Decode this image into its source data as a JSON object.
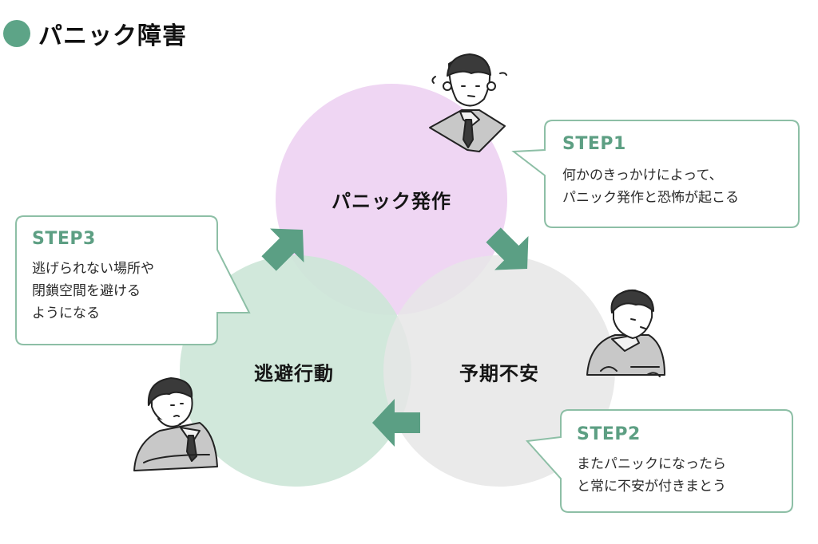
{
  "header": {
    "title": "パニック障害"
  },
  "colors": {
    "accent": "#5da487",
    "arrow": "#5b9f84",
    "box_border": "#8dbfa6",
    "step_title": "#5d9f83",
    "circle_panic": "#efd6f3",
    "circle_avoid": "#cde6d8",
    "circle_anxiety": "#e6e6e6"
  },
  "cycle": {
    "nodes": [
      {
        "id": "panic",
        "label": "パニック発作"
      },
      {
        "id": "anxiety",
        "label": "予期不安"
      },
      {
        "id": "avoid",
        "label": "逃避行動"
      }
    ],
    "arrows": [
      {
        "from": "panic",
        "to": "anxiety",
        "icon": "arrow-down-right-icon"
      },
      {
        "from": "anxiety",
        "to": "avoid",
        "icon": "arrow-left-icon"
      },
      {
        "from": "avoid",
        "to": "panic",
        "icon": "arrow-up-right-icon"
      }
    ]
  },
  "steps": [
    {
      "title": "STEP1",
      "lines": [
        "何かのきっかけによって、",
        "パニック発作と恐怖が起こる"
      ]
    },
    {
      "title": "STEP2",
      "lines": [
        "またパニックになったら",
        "と常に不安が付きまとう"
      ]
    },
    {
      "title": "STEP3",
      "lines": [
        "逃げられない場所や",
        "閉鎖空間を避ける",
        "ようになる"
      ]
    }
  ],
  "illustrations": [
    {
      "name": "worried-man-sweating",
      "near": "panic"
    },
    {
      "name": "anxious-man-leaning",
      "near": "anxiety"
    },
    {
      "name": "pensive-man-chin-on-hand",
      "near": "avoid"
    }
  ]
}
